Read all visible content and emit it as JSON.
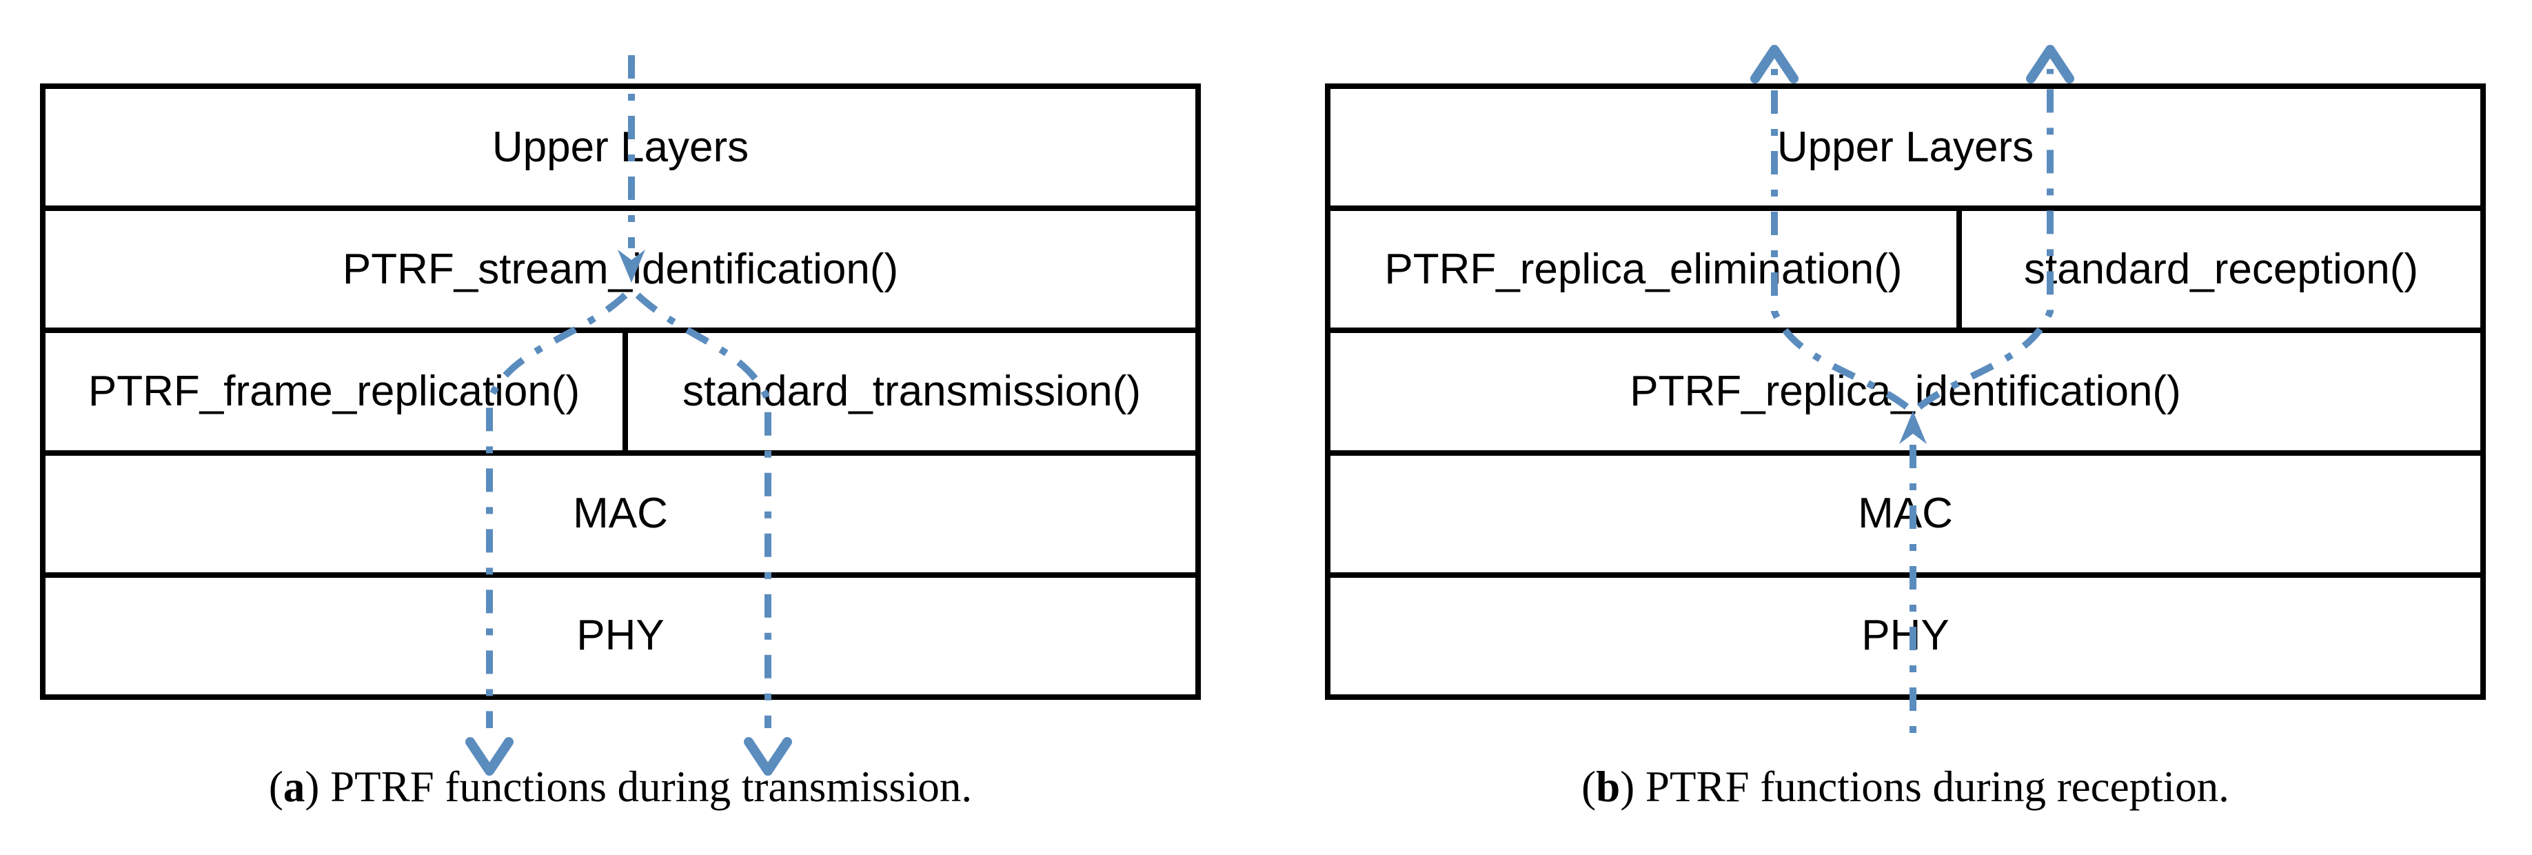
{
  "figure": {
    "background": "#FFFFFF",
    "box_border_color": "#000000",
    "flow_color": "#5B8CBE",
    "text_color": "#000000"
  },
  "punctuation": {
    "open_paren": "(",
    "close_paren": ")"
  },
  "panels": {
    "a": {
      "flow_direction": "downward",
      "caption_letter": "a",
      "caption_text": "PTRF functions during transmission.",
      "rows": {
        "upper_layers": "Upper Layers",
        "stream_identification": "PTRF_stream_identification()",
        "frame_replication": "PTRF_frame_replication()",
        "standard_transmission": "standard_transmission()",
        "mac": "MAC",
        "phy": "PHY"
      }
    },
    "b": {
      "flow_direction": "upward",
      "caption_letter": "b",
      "caption_text": "PTRF functions during reception.",
      "rows": {
        "upper_layers": "Upper Layers",
        "replica_elimination": "PTRF_replica_elimination()",
        "standard_reception": "standard_reception()",
        "replica_identification": "PTRF_replica_identification()",
        "mac": "MAC",
        "phy": "PHY"
      }
    }
  }
}
